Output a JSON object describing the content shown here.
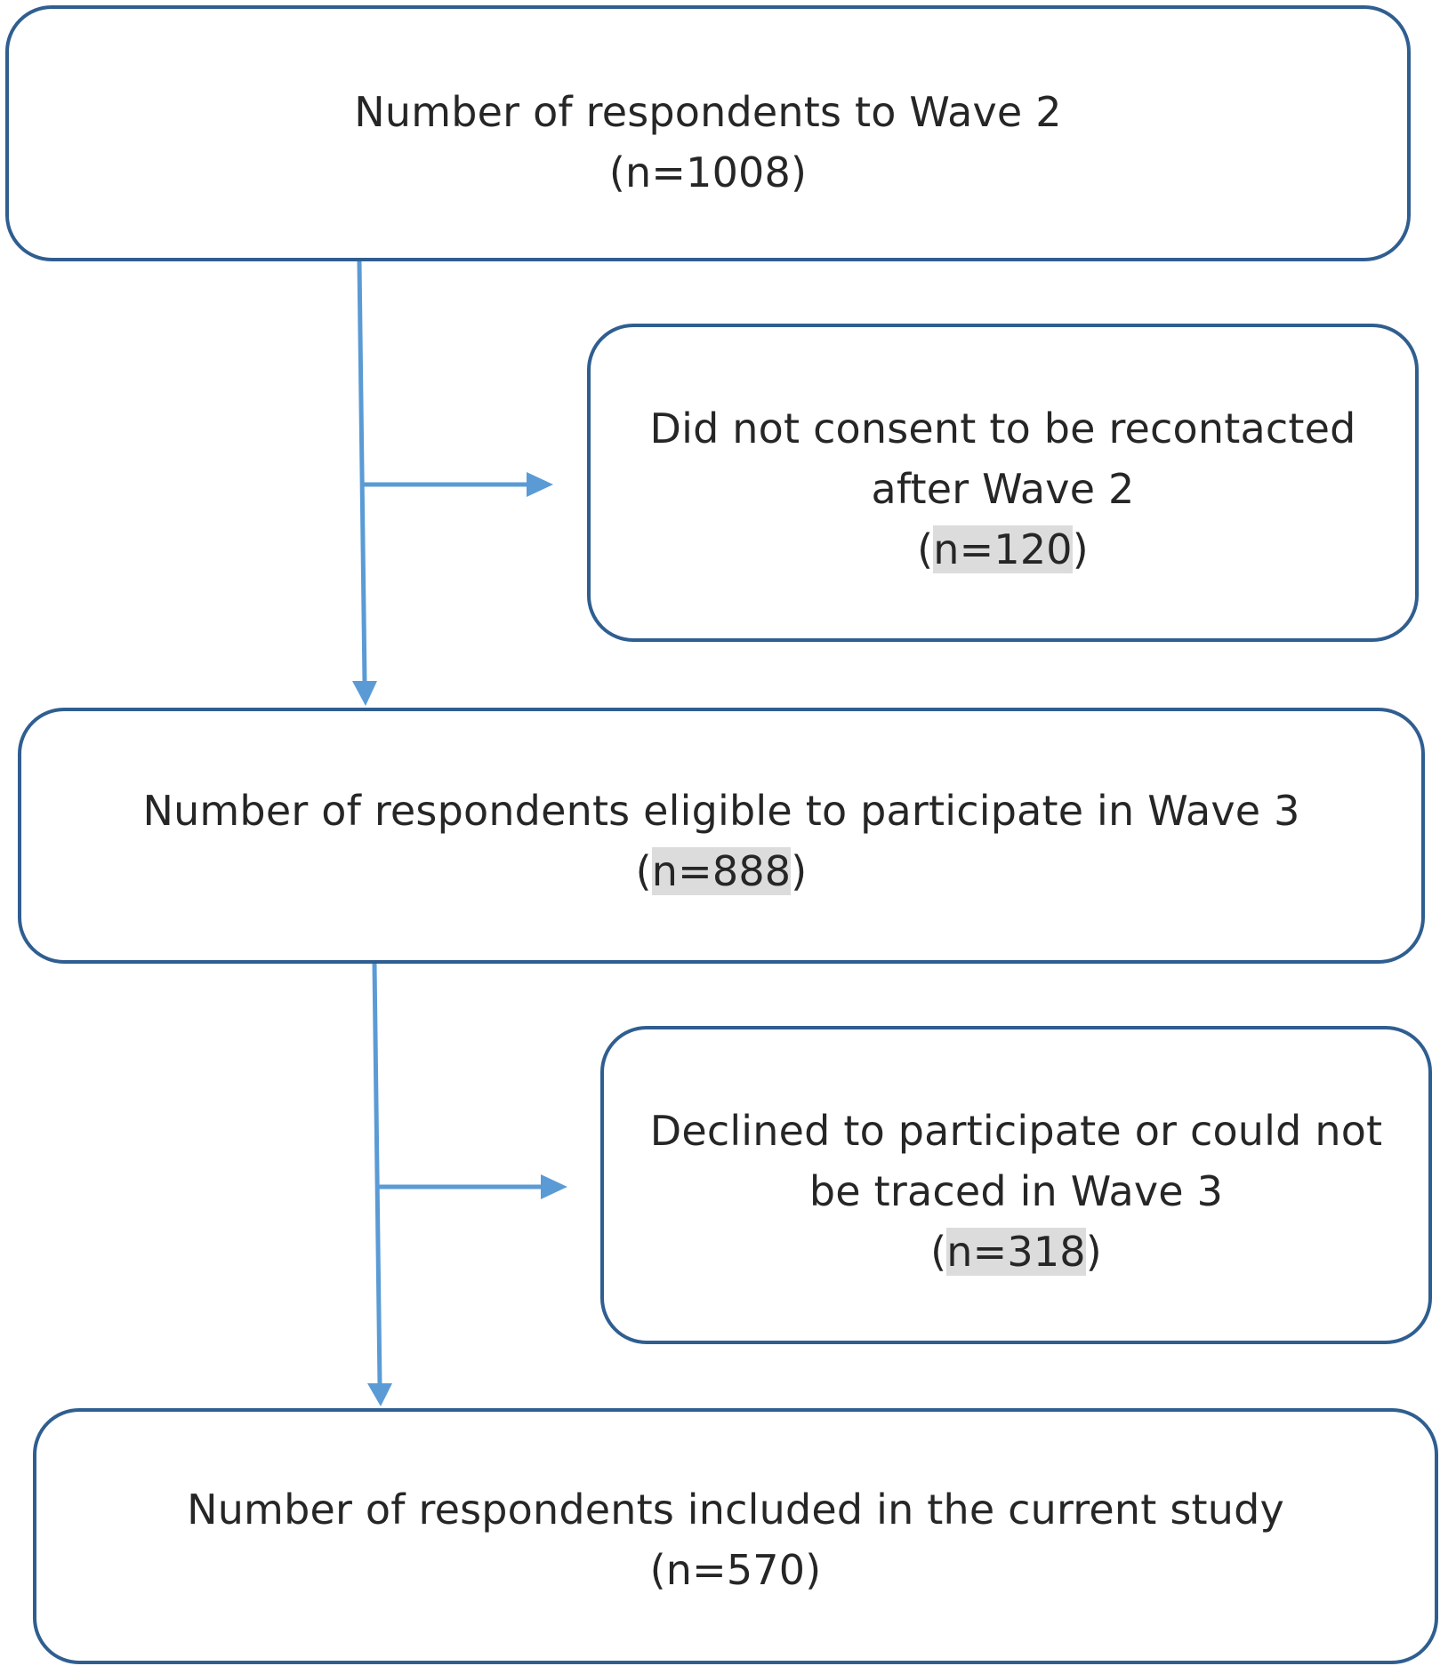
{
  "boxes": {
    "wave2": {
      "line1": "Number of respondents to Wave 2",
      "count": "(n=1008)"
    },
    "no_consent": {
      "line1": "Did not consent to be recontacted",
      "line2": "after Wave 2",
      "open": "(",
      "count": "n=120",
      "close": ")"
    },
    "eligible": {
      "line1": "Number of respondents eligible to participate in Wave 3",
      "open": "(",
      "count": "n=888",
      "close": ")"
    },
    "declined": {
      "line1": "Declined to participate or could not",
      "line2": "be traced in Wave 3",
      "open": "(",
      "count": "n=318",
      "close": ")"
    },
    "included": {
      "line1": "Number of respondents included in the current study",
      "count": "(n=570)"
    }
  },
  "colors": {
    "box_border": "#2f5e90",
    "arrow": "#5b9bd5",
    "highlight": "#dcdcdc"
  }
}
